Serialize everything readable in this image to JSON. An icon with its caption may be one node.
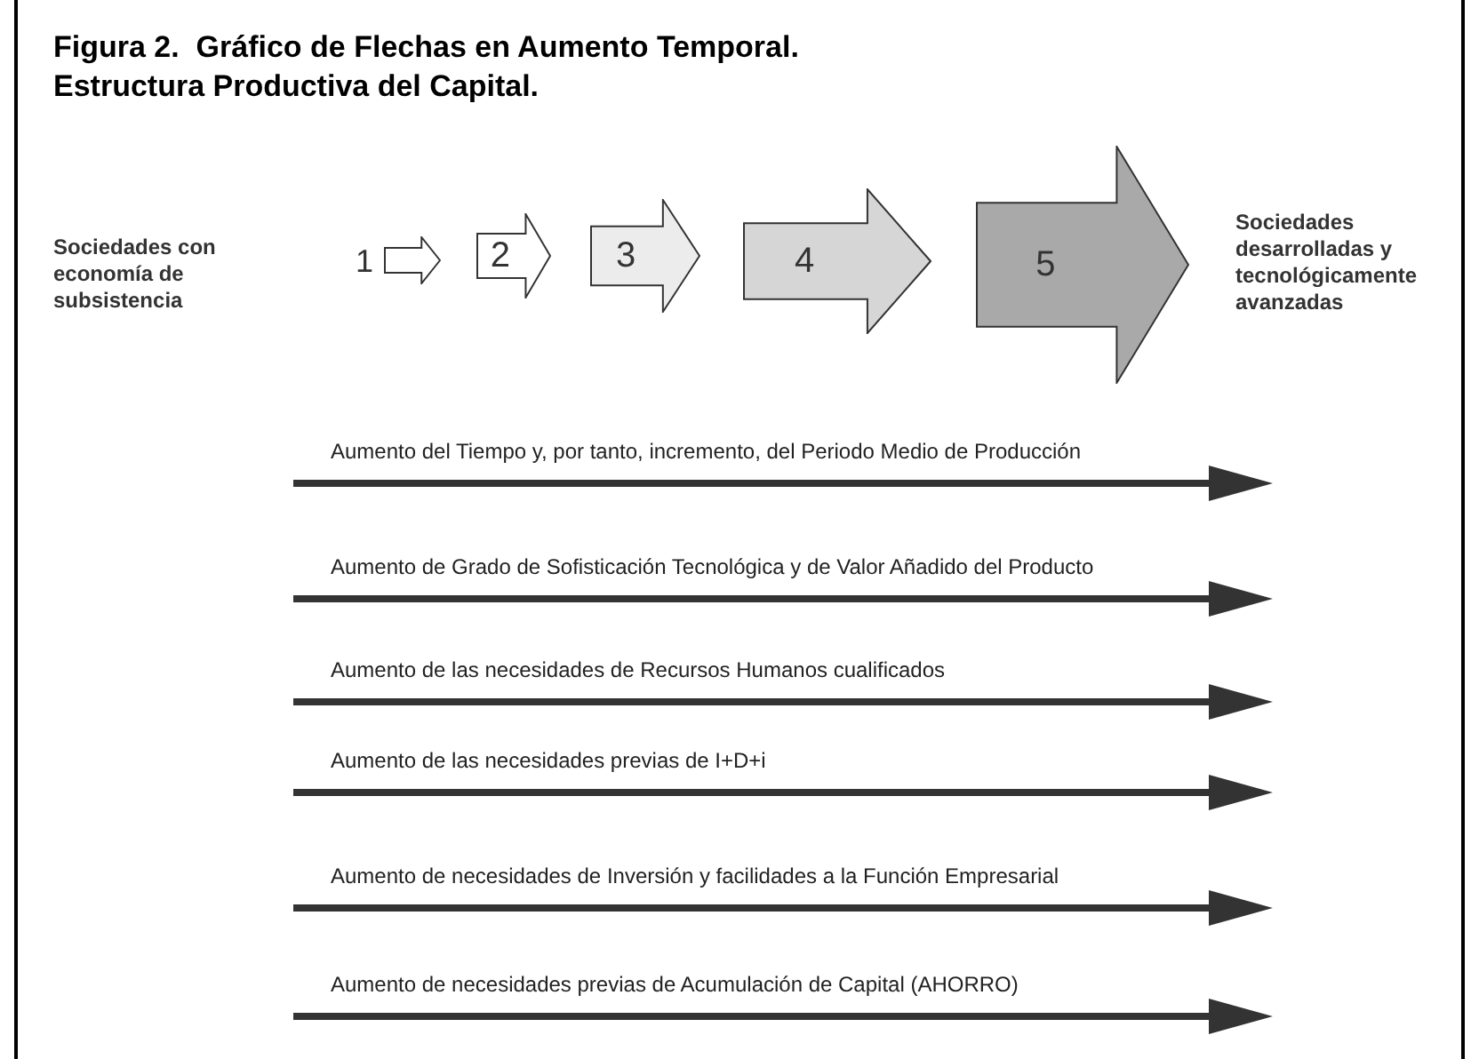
{
  "diagram": {
    "title": "Figura 2.  Gráfico de Flechas en Aumento Temporal. Estructura Productiva del Capital.",
    "nodes": [
      {
        "text": [
          "1"
        ]
      },
      {
        "text": [
          "2"
        ]
      },
      {
        "text": [
          "3"
        ]
      },
      {
        "text": [
          "4"
        ]
      },
      {
        "text": [
          "5"
        ]
      }
    ],
    "labels": [
      "Sociedades con economía de subsistencia",
      "Sociedades desarrolladas  y tecnológicamente avanzadas",
      "Aumento del Tiempo y, por tanto, incremento, del Periodo Medio de Producción",
      "Aumento de Grado de Sofisticación Tecnológica y de Valor Añadido del Producto",
      "Aumento de las necesidades de Recursos Humanos cualificados",
      "Aumento de las necesidades previas de I+D+i",
      "Aumento de necesidades de Inversión y facilidades a la Función Empresarial",
      "Aumento de necesidades previas de Acumulación de Capital (AHORRO)"
    ]
  }
}
